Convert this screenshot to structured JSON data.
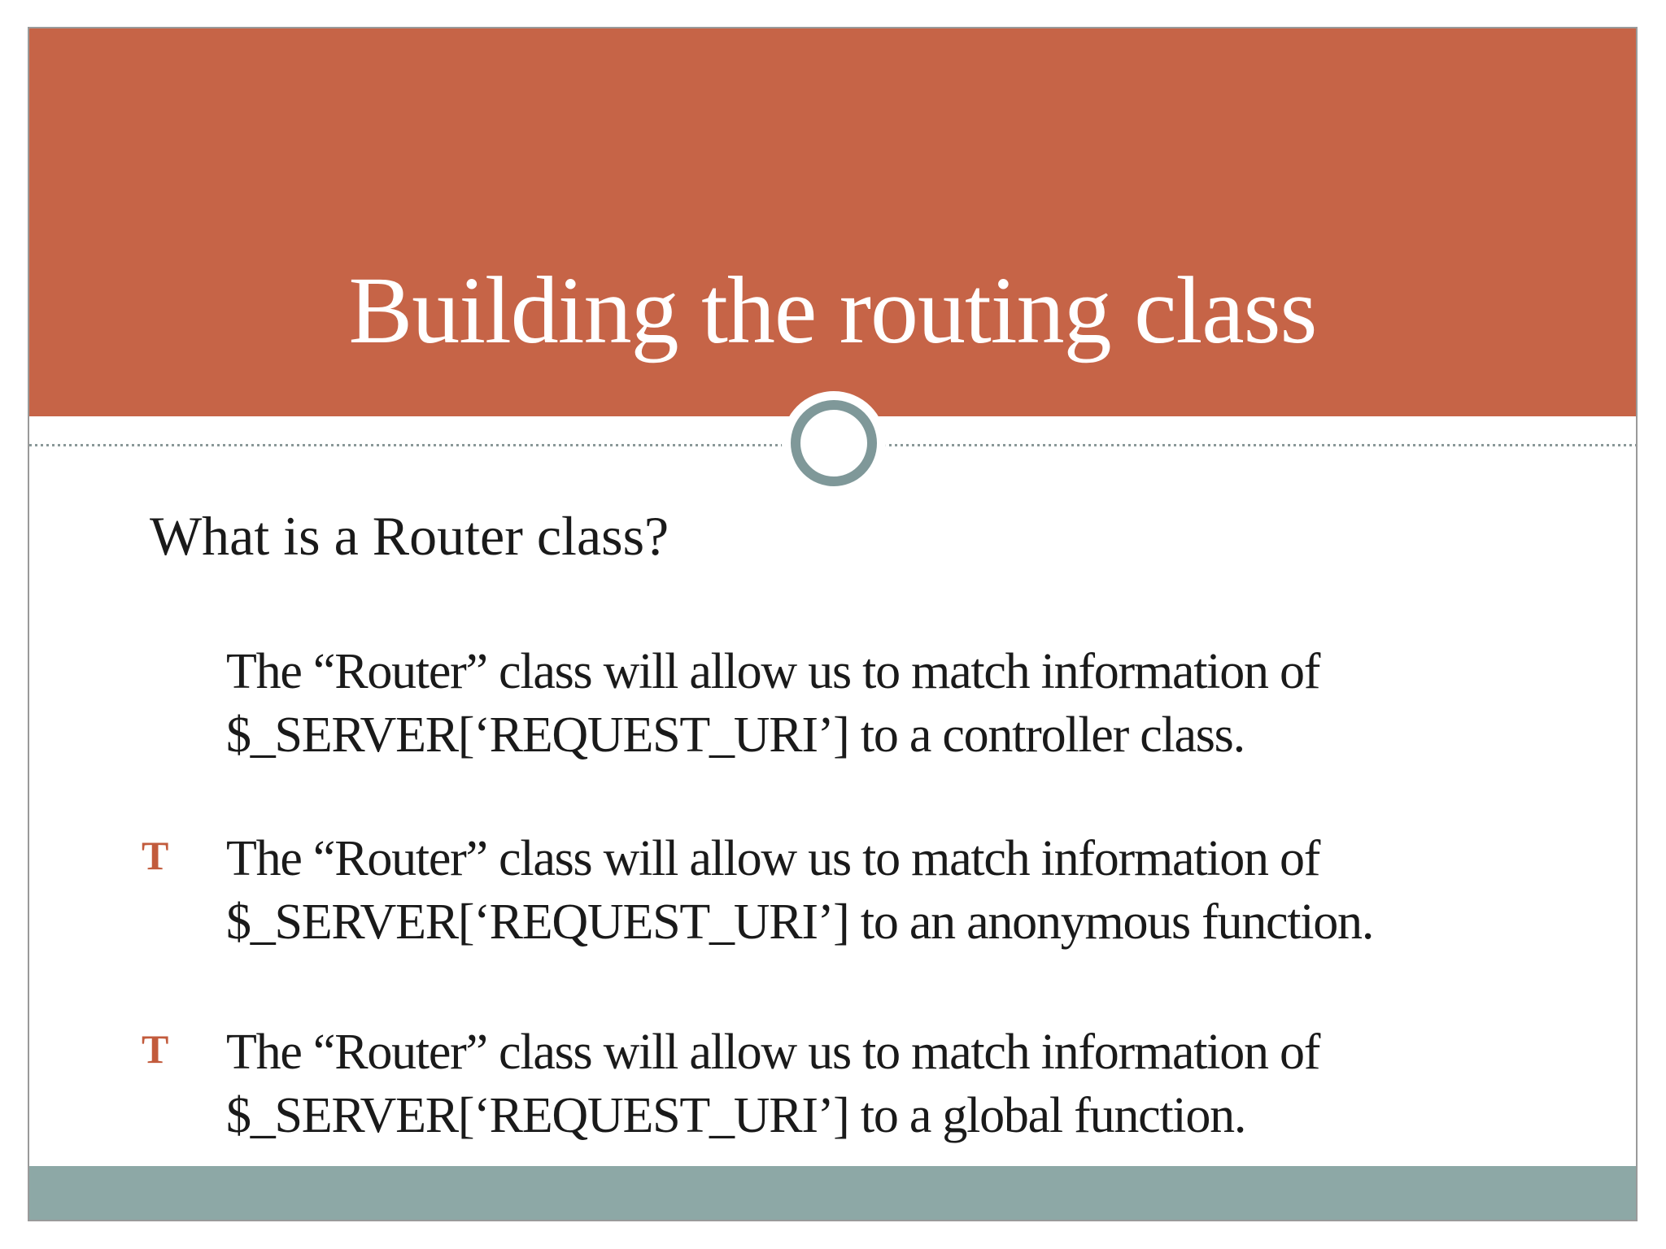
{
  "slide": {
    "title": "Building the routing class",
    "body": {
      "heading": "What is a Router class?",
      "bullets": [
        {
          "marker": "",
          "line1": "The “Router” class will allow us to match information of",
          "line2": "$_SERVER[‘REQUEST_URI’] to a controller class."
        },
        {
          "marker": "T",
          "line1": "The “Router” class will allow us to match information of",
          "line2": "$_SERVER[‘REQUEST_URI’] to an anonymous function."
        },
        {
          "marker": "T",
          "line1": "The “Router” class will allow us to match information of",
          "line2": "$_SERVER[‘REQUEST_URI’] to a global function."
        }
      ]
    }
  },
  "colors": {
    "accent-orange": "#C66447",
    "teal-bar": "#8DA8A6",
    "ring-teal": "#7F9899",
    "dot-gray": "#8A9898",
    "marker-orange": "#C25B3C",
    "text-black": "#1A1A1A",
    "slide-border": "#9A9A9A",
    "title-white": "#FFFFFF"
  }
}
